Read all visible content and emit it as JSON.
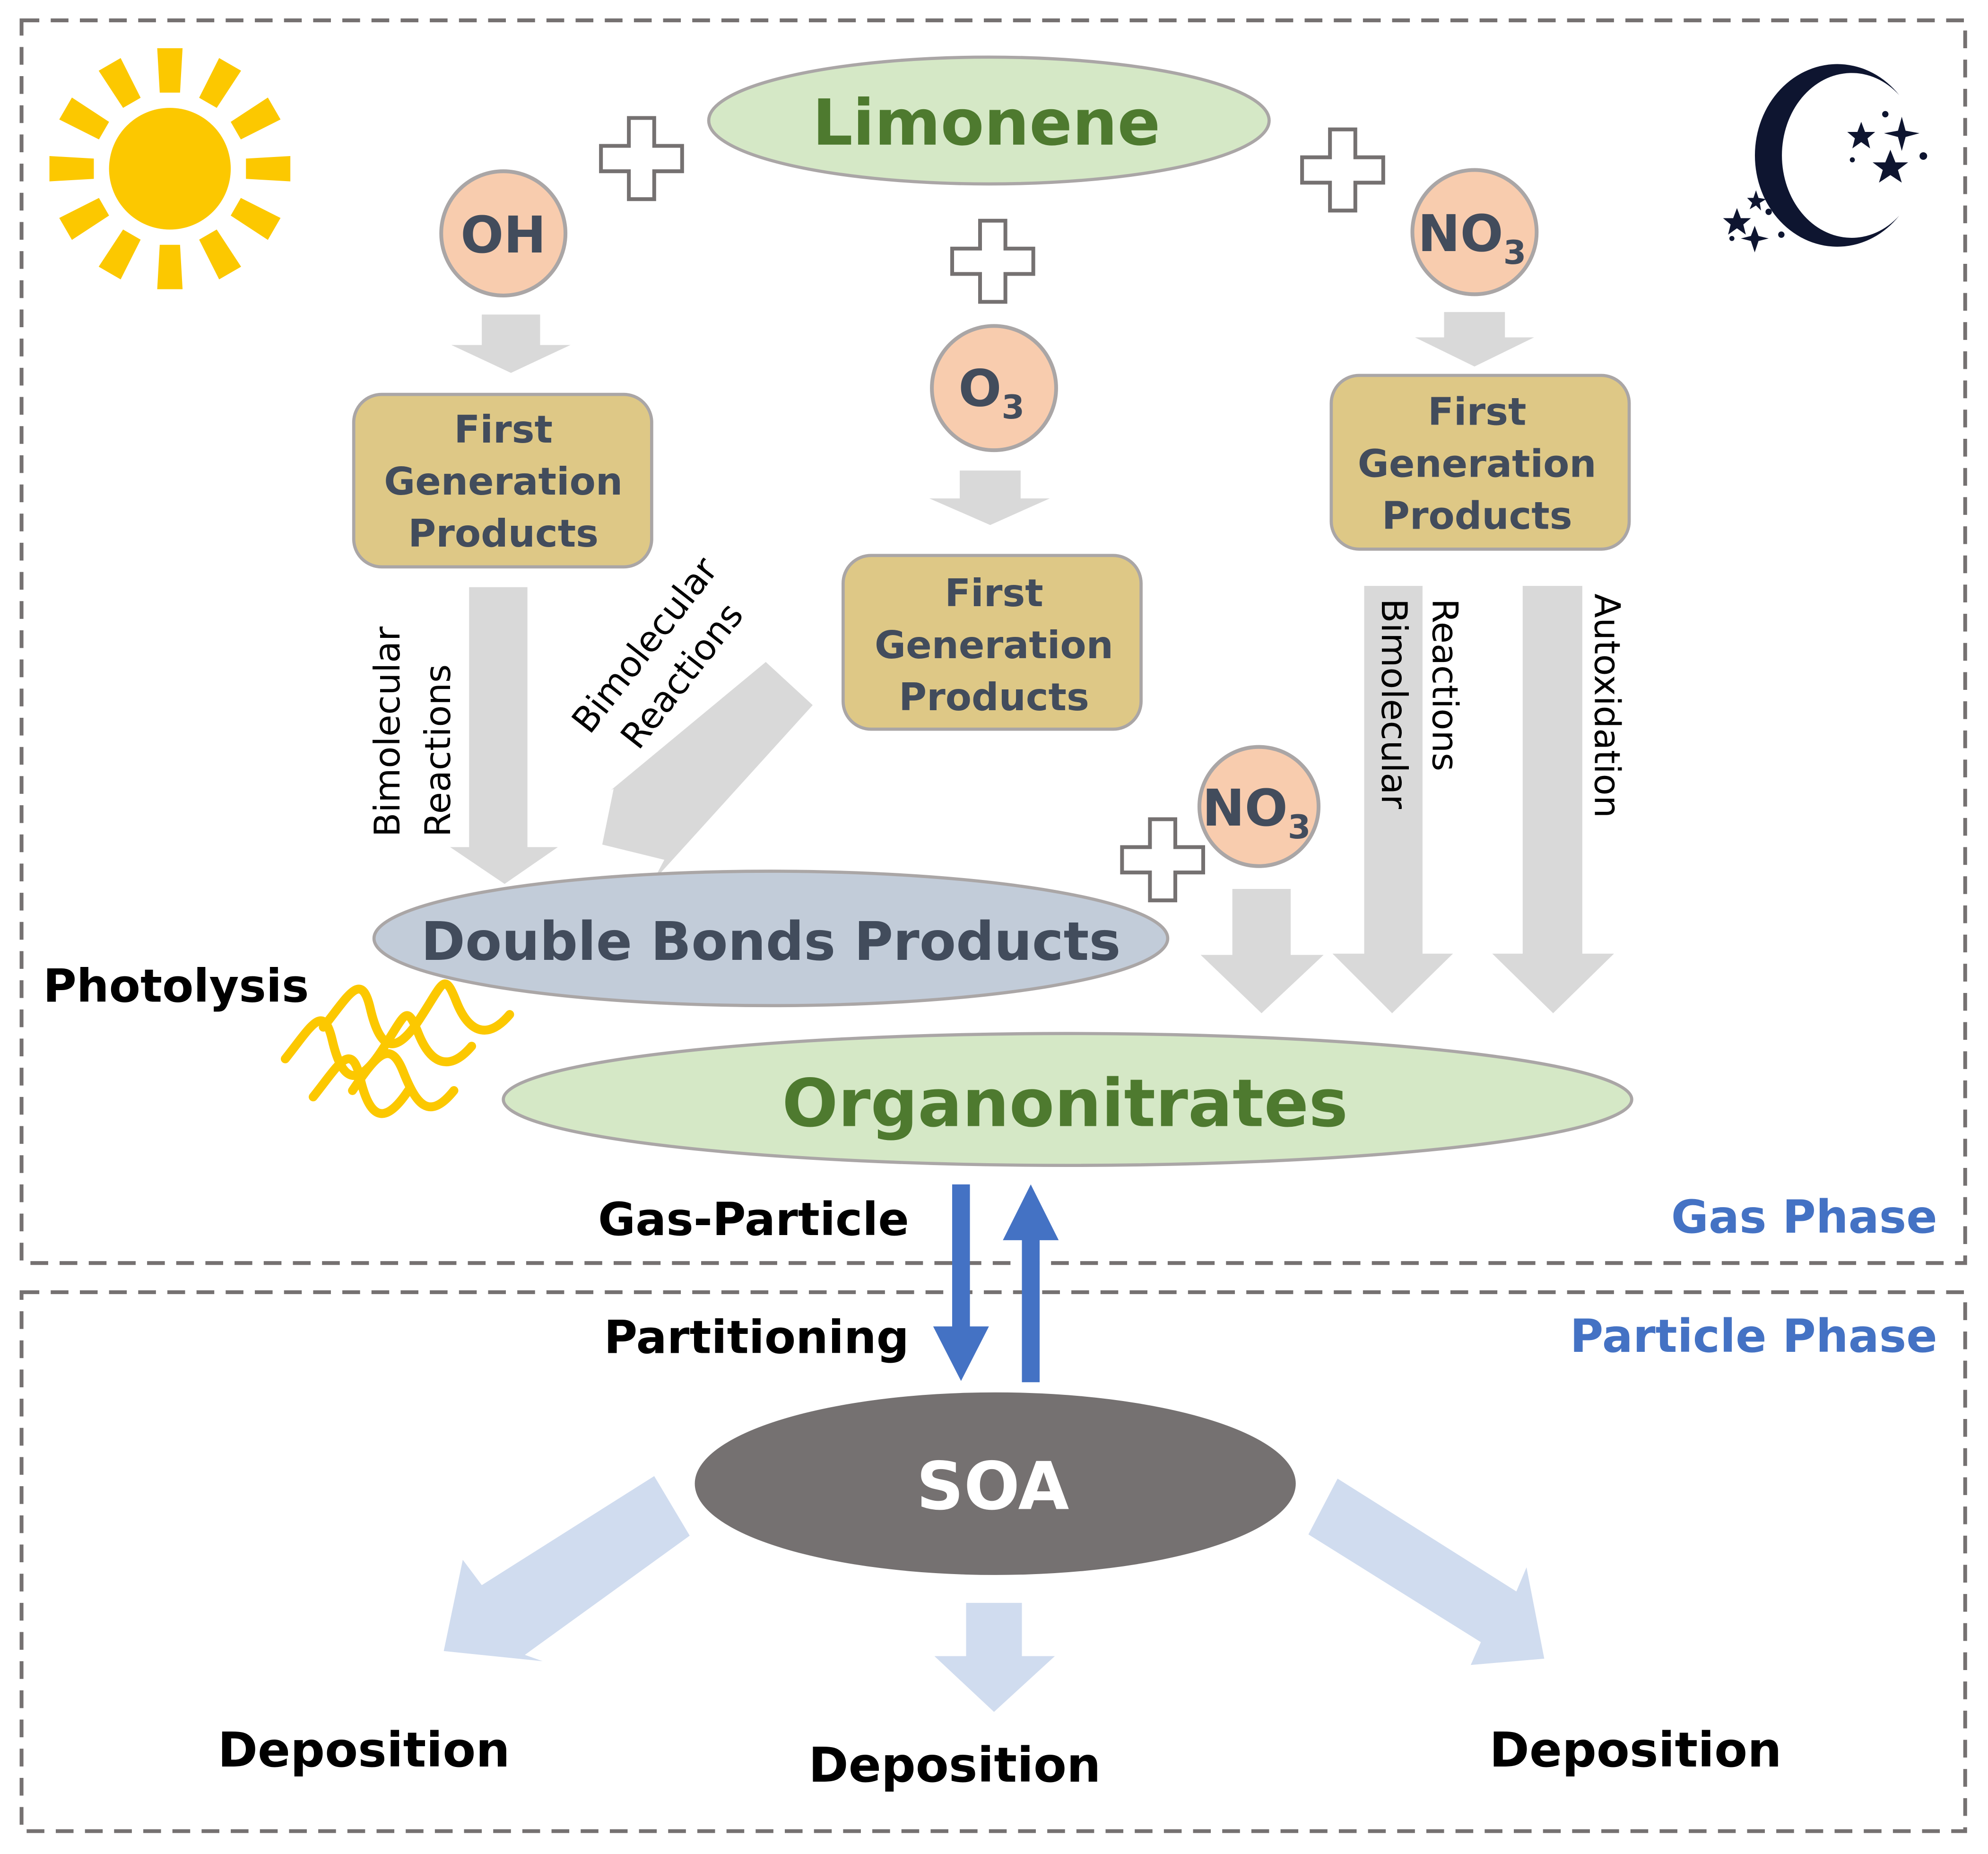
{
  "colors": {
    "frame_dash": "#757171",
    "limonene_fill": "#d5e8c6",
    "oxidant_fill": "#f8ccae",
    "product_box_fill": "#dec886",
    "double_bonds_fill": "#c2ccd9",
    "soa_fill": "#757171",
    "gray_arrow": "#d9d9d9",
    "blue_arrow": "#4472c4",
    "deposition_arrow": "#d0dcef",
    "sun": "#fcc800",
    "moon": "#0e1530",
    "node_text": "#424c5c",
    "green_text": "#4e7a2f",
    "phase_label": "#4472c4"
  },
  "icons": {
    "sun": "sun-icon",
    "moon": "moon-stars-icon",
    "plus": "plus-icon",
    "photolysis": "light-wave-icon"
  },
  "nodes": {
    "limonene": "Limonene",
    "oh": "OH",
    "o3_main": "O",
    "o3_sub": "3",
    "no3_main": "NO",
    "no3_sub": "3",
    "first_gen_line1": "First",
    "first_gen_line2": "Generation",
    "first_gen_line3": "Products",
    "double_bonds": "Double Bonds Products",
    "organonitrates": "Organonitrates",
    "soa": "SOA"
  },
  "labels": {
    "bimolecular": "Bimolecular",
    "reactions": "Reactions",
    "autoxidation": "Autoxidation",
    "photolysis": "Photolysis",
    "gas_particle": "Gas-Particle",
    "partitioning": "Partitioning",
    "deposition": "Deposition"
  },
  "phases": {
    "gas": "Gas Phase",
    "particle": "Particle Phase"
  }
}
